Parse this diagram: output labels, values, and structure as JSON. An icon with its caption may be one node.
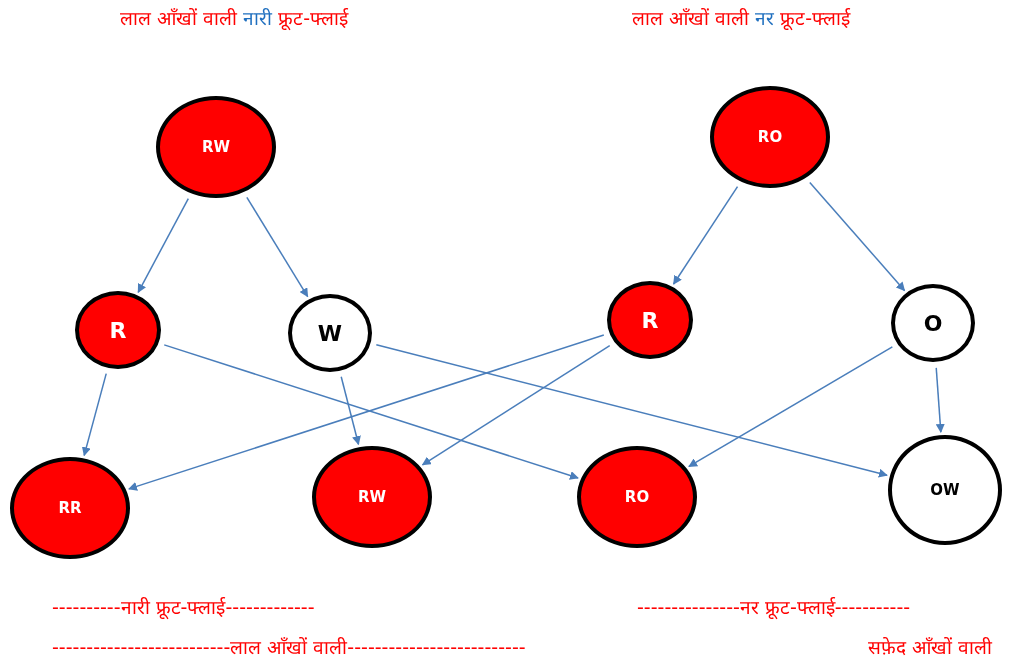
{
  "diagram": {
    "nodes": [
      {
        "text": [
          "RW"
        ]
      },
      {
        "text": [
          "R"
        ]
      },
      {
        "text": [
          "W"
        ]
      },
      {
        "text": [
          "RO"
        ]
      },
      {
        "text": [
          "R"
        ]
      },
      {
        "text": [
          "O"
        ]
      },
      {
        "text": [
          "RR"
        ]
      },
      {
        "text": [
          "RW"
        ]
      },
      {
        "text": [
          "RO"
        ]
      },
      {
        "text": [
          "OW"
        ]
      }
    ],
    "edges": [
      {
        "from": 0,
        "to": 1,
        "arrow": "to"
      },
      {
        "from": 0,
        "to": 2,
        "arrow": "to"
      },
      {
        "from": 3,
        "to": 4,
        "arrow": "to"
      },
      {
        "from": 3,
        "to": 5,
        "arrow": "to"
      },
      {
        "from": 1,
        "to": 6,
        "arrow": "to"
      },
      {
        "from": 1,
        "to": 8,
        "arrow": "to"
      },
      {
        "from": 2,
        "to": 7,
        "arrow": "to"
      },
      {
        "from": 2,
        "to": 9,
        "arrow": "to"
      },
      {
        "from": 4,
        "to": 6,
        "arrow": "to"
      },
      {
        "from": 4,
        "to": 7,
        "arrow": "to"
      },
      {
        "from": 5,
        "to": 8,
        "arrow": "to"
      },
      {
        "from": 5,
        "to": 9,
        "arrow": "to"
      }
    ],
    "labels": [
      "लाल आँखों वाली",
      "नारी",
      "फ्रूट-फ्लाई",
      "लाल आँखों वाली",
      "नर",
      "फ्रूट-फ्लाई",
      "----------नारी फ्रूट-फ्लाई-------------",
      "---------------नर फ्रूट-फ्लाई-----------",
      "--------------------------लाल आँखों वाली--------------------------",
      "सफ़ेद आँखों वाली"
    ]
  }
}
